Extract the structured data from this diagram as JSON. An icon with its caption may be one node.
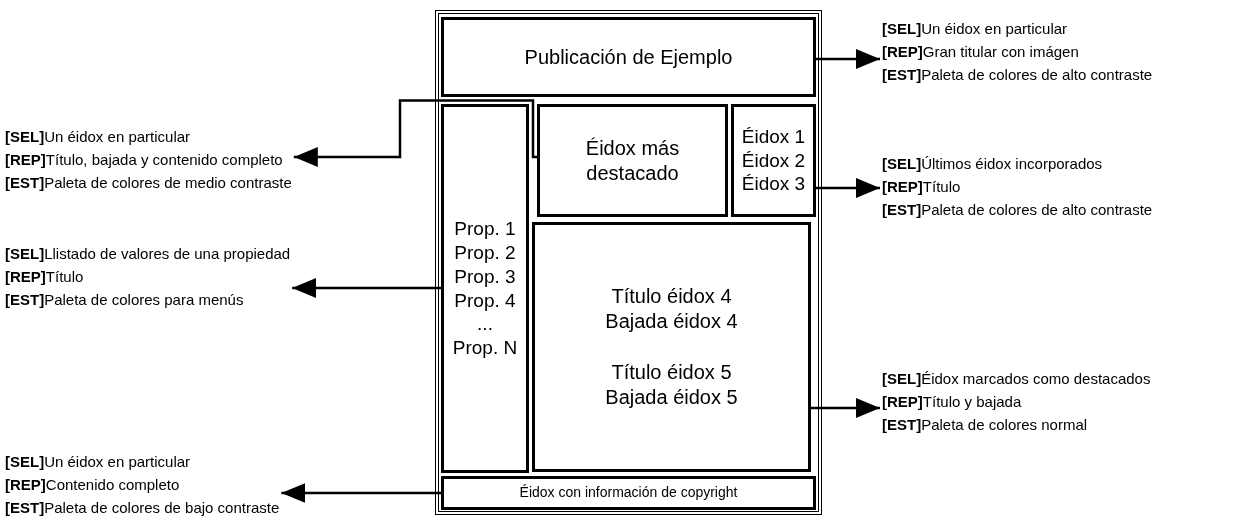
{
  "diagram": {
    "nodes": [
      {
        "text": [],
        "shape": "box"
      },
      {
        "text": [
          "Publicación de Ejemplo"
        ],
        "in": 0
      },
      {
        "text": [
          "Prop. 1",
          "Prop. 2",
          "Prop. 3",
          "Prop. 4",
          "...",
          "Prop. N"
        ],
        "in": 0
      },
      {
        "text": [
          "Éidox más destacado"
        ],
        "in": 0
      },
      {
        "text": [
          "Éidox 1",
          "Éidox 2",
          "Éidox 3"
        ],
        "in": 0
      },
      {
        "text": [
          "Título éidox 4",
          "Bajada éidox 4",
          "Título éidox 5",
          "Bajada éidox 5"
        ],
        "in": 0
      },
      {
        "text": [
          "Éidox con información de copyright"
        ],
        "in": 0
      },
      {
        "text": [
          "**[SEL]**Un éidox en particular",
          "**[REP]**Gran titular con imágen",
          "**[EST]**Paleta de colores de alto contraste"
        ]
      },
      {
        "text": [
          "**[SEL]**Un éidox en particular",
          "**[REP]**Título, bajada y contenido completo",
          "**[EST]**Paleta de colores de medio contraste"
        ]
      },
      {
        "text": [
          "**[SEL]**Últimos éidox incorporados",
          "**[REP]**Título",
          "**[EST]**Paleta de colores de alto contraste"
        ]
      },
      {
        "text": [
          "**[SEL]**Llistado de valores de una propiedad",
          "**[REP]**Título",
          "**[EST]**Paleta de colores para menús"
        ]
      },
      {
        "text": [
          "**[SEL]**Éidox marcados como destacados",
          "**[REP]**Título y bajada",
          "**[EST]**Paleta de colores normal"
        ]
      },
      {
        "text": [
          "**[SEL]**Un éidox en particular",
          "**[REP]**Contenido completo",
          "**[EST]**Paleta de colores de bajo contraste"
        ]
      }
    ],
    "edges": [
      {
        "from": 1,
        "to": 7,
        "arrow": "to"
      },
      {
        "from": 3,
        "to": 8,
        "arrow": "to"
      },
      {
        "from": 4,
        "to": 9,
        "arrow": "to"
      },
      {
        "from": 2,
        "to": 10,
        "arrow": "to"
      },
      {
        "from": 5,
        "to": 11,
        "arrow": "to"
      },
      {
        "from": 6,
        "to": 12,
        "arrow": "to"
      }
    ]
  }
}
